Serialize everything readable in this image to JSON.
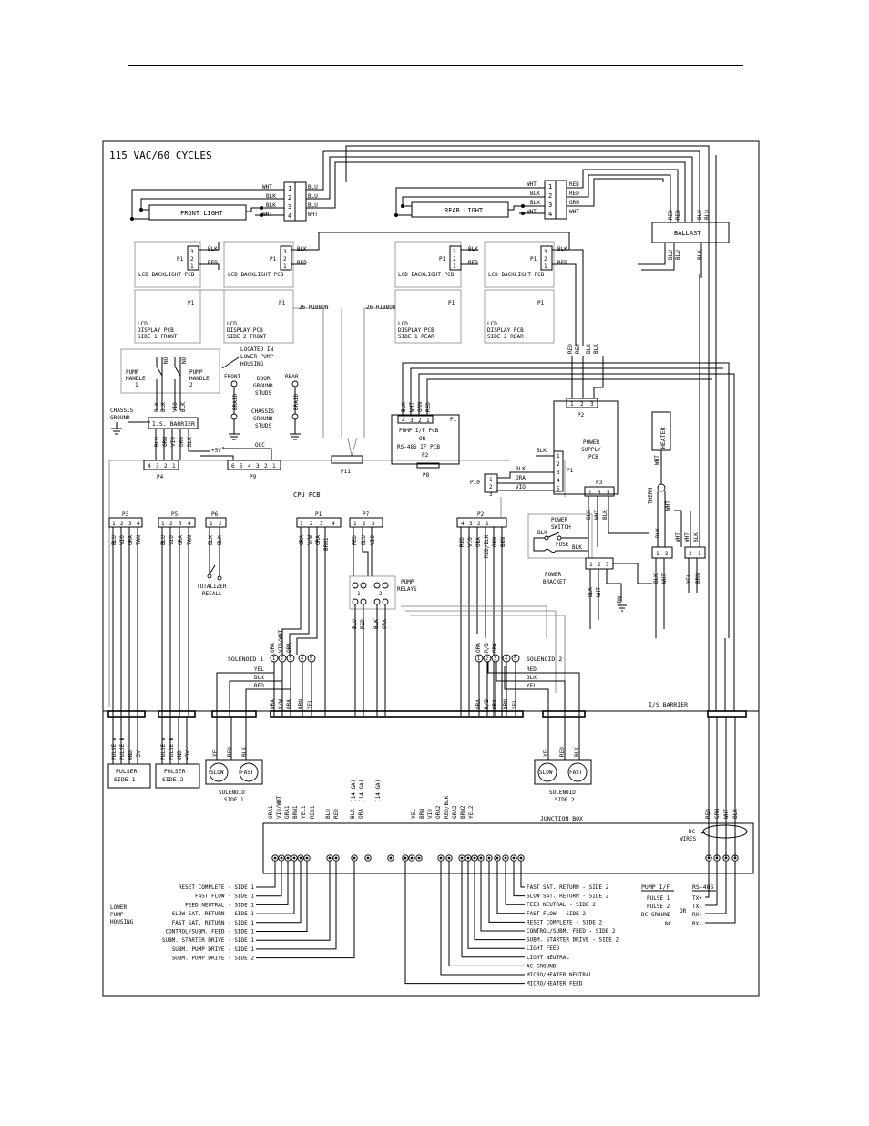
{
  "supply": "115 VAC/60 CYCLES",
  "lights": {
    "front": "FRONT LIGHT",
    "rear": "REAR LIGHT",
    "ballast": "BALLAST",
    "front_left": [
      "WHT",
      "BLK",
      "BLK",
      "WHT"
    ],
    "front_right": [
      "BLU",
      "BLU",
      "BLU",
      "WHT"
    ],
    "rear_left": [
      "WHT",
      "BLK",
      "BLK",
      "WHT"
    ],
    "rear_right": [
      "RED",
      "RED",
      "GRN",
      "WHT"
    ],
    "ballast_top": [
      "RED",
      "RED",
      "BLU",
      "BLU"
    ],
    "ballast_bottom": [
      "BLU",
      "BLU",
      "BLK"
    ],
    "pins": [
      "1",
      "2",
      "3",
      "4"
    ]
  },
  "pcbs": {
    "backlight": "LCD BACKLIGHT PCB",
    "lcd": [
      {
        "l1": "LCD",
        "l2": "DISPLAY PCB",
        "l3": "SIDE 1 FRONT"
      },
      {
        "l1": "LCD",
        "l2": "DISPLAY PCB",
        "l3": "SIDE 2 FRONT"
      },
      {
        "l1": "LCD",
        "l2": "DISPLAY PCB",
        "l3": "SIDE 1 REAR"
      },
      {
        "l1": "LCD",
        "l2": "DISPLAY PCB",
        "l3": "SIDE 2 REAR"
      }
    ],
    "p1": "P1",
    "ribbon": "26 RIBBON",
    "bl_pins": [
      "3",
      "2",
      "1"
    ],
    "bl_wires": [
      "BLK",
      "RED"
    ]
  },
  "pump": {
    "handle1": [
      "PUMP",
      "HANDLE",
      "1"
    ],
    "handle2": [
      "PUMP",
      "HANDLE",
      "2"
    ],
    "no": "NO",
    "located": [
      "LOCATED IN",
      "LOWER PUMP",
      "HOUSING"
    ],
    "front": "FRONT",
    "rear": "REAR",
    "door_studs": [
      "DOOR",
      "GROUND",
      "STUDS"
    ],
    "chassis_studs": [
      "CHASSIS",
      "GROUND",
      "STUDS"
    ],
    "chassis_ground": [
      "CHASSIS",
      "GROUND"
    ],
    "braid": "BRAID",
    "is_barrier": "I.S. BARRIER",
    "barrier_top": [
      "BLK",
      "BLK",
      "VIO",
      "BLK"
    ],
    "barrier_bottom": [
      "BLU",
      "GRN",
      "VIO",
      "ORG",
      "BLK"
    ]
  },
  "cpu": {
    "label": "CPU PCB",
    "plus5v": "+5V",
    "occ": "OCC",
    "p4": "P4",
    "p9": "P9",
    "p11": "P11",
    "p10": "P10",
    "p8": "P8",
    "p1": "P1",
    "p2": "P2",
    "p3": "P3",
    "p5": "P5",
    "p6": "P6",
    "p7": "P7",
    "p4_pins": [
      "4",
      "3",
      "2",
      "1"
    ],
    "p9_pins": [
      "6",
      "5",
      "4",
      "3",
      "2",
      "1"
    ],
    "p10_pins": [
      "1",
      "2",
      "3"
    ],
    "p10_wires": [
      "BLK",
      "ORA",
      "VIO"
    ]
  },
  "interface": {
    "title": [
      "PUMP I/F PCB",
      "OR",
      "RS-485 IF PCB"
    ],
    "pins": [
      "4",
      "3",
      "2",
      "1"
    ],
    "p1": "P1",
    "wires": [
      "BLK",
      "WHT",
      "GRN",
      "RED"
    ]
  },
  "power": {
    "supply": [
      "POWER",
      "SUPPLY",
      "PCB"
    ],
    "p1_pins": [
      "1",
      "2",
      "3",
      "4",
      "5"
    ],
    "p2_pins": [
      "1",
      "2",
      "3"
    ],
    "p3_pins": [
      "1",
      "3",
      "5"
    ],
    "p3_wires": [
      "BLK",
      "WHT",
      "BLK"
    ],
    "switch": [
      "POWER",
      "SWITCH"
    ],
    "fuse": "FUSE",
    "bracket": [
      "POWER",
      "BRACKET"
    ],
    "bracket_pins": [
      "1",
      "2",
      "3"
    ],
    "bracket_wires": [
      "BLK",
      "WHT",
      "GRN"
    ],
    "heater": "HEATER",
    "therm": "THERM",
    "wht": "WHT",
    "blk": "BLK",
    "yel": "YEL",
    "brn": "BRN",
    "red": "RED",
    "relay_wires": [
      "RED",
      "RED",
      "BLK",
      "BLK"
    ],
    "p2_wires": [
      "BLK",
      "WHT",
      "GRN",
      "RED"
    ]
  },
  "connectors": {
    "p3": {
      "pins": [
        "1",
        "2",
        "3",
        "4"
      ],
      "wires": [
        "BLU",
        "VIO",
        "ORA",
        "TAN"
      ]
    },
    "p5": {
      "pins": [
        "1",
        "2",
        "3",
        "4"
      ],
      "wires": [
        "BLU",
        "VIO",
        "ORA",
        "TAN"
      ]
    },
    "p6": {
      "pins": [
        "1",
        "2"
      ],
      "wires": [
        "BLK",
        "BLK"
      ]
    },
    "p1": {
      "pins": [
        "1",
        "2",
        "3",
        "4"
      ],
      "wires": [
        "ORA",
        "V/W",
        "ORA",
        "BRN1"
      ]
    },
    "p7": {
      "pins": [
        "1",
        "2",
        "3"
      ],
      "wires": [
        "RED",
        "BLU",
        "VIO"
      ]
    },
    "p2": {
      "pins": [
        "4",
        "3",
        "2",
        "1"
      ],
      "wires": [
        "RED",
        "VIO",
        "ORA",
        "RED/BLK",
        "GRN",
        "BRN"
      ]
    }
  },
  "totalizer": [
    "TOTALIZER",
    "RECALL"
  ],
  "relays": {
    "label": [
      "PUMP",
      "RELAYS"
    ],
    "pins": [
      "1",
      "2"
    ],
    "bottom": [
      "BLU",
      "RED",
      "BLK",
      "ORA"
    ]
  },
  "solenoid1": {
    "label": "SOLENOID 1",
    "top": [
      "ORA",
      "VIO/WHT",
      "ORA"
    ],
    "nums": [
      "1",
      "2",
      "3",
      "4",
      "5"
    ],
    "wires": [
      "YEL",
      "BLK",
      "RED"
    ],
    "bottom": [
      "ORA",
      "V/W",
      "ORA",
      "BRN",
      "YEL"
    ]
  },
  "solenoid2": {
    "label": "SOLENOID 2",
    "top": [
      "ORA",
      "R/B",
      "ORA"
    ],
    "nums": [
      "1",
      "2",
      "3",
      "4",
      "5"
    ],
    "wires": [
      "RED",
      "BLK",
      "YEL"
    ],
    "bottom": [
      "ORA",
      "R/B",
      "ORA",
      "BRN",
      "YEL"
    ]
  },
  "is_barrier": "I/S BARRIER",
  "pulsers": [
    {
      "wires": [
        "PULSE A",
        "PULSE B",
        "GND",
        "+5V"
      ],
      "name": [
        "PULSER",
        "SIDE 1"
      ]
    },
    {
      "wires": [
        "PULSE A",
        "PULSE B",
        "GND",
        "+5V"
      ],
      "name": [
        "PULSER",
        "SIDE 2"
      ]
    }
  ],
  "valves": [
    {
      "wires": [
        "YEL",
        "RED",
        "BLK"
      ],
      "slow": "SLOW",
      "fast": "FAST",
      "name": [
        "SOLENOID",
        "SIDE 1"
      ]
    },
    {
      "wires": [
        "YEL",
        "RED",
        "BLK"
      ],
      "slow": "SLOW",
      "fast": "FAST",
      "name": [
        "SOLENOID",
        "SIDE 2"
      ]
    }
  ],
  "junction": {
    "title": "JUNCTION BOX",
    "dc_wires": [
      "DC",
      "WIRES"
    ],
    "top_wires": [
      "ORA1",
      "VIO/WHT",
      "GRA1",
      "BRN1",
      "YEL1",
      "RED1",
      "BLU",
      "RED",
      "BLK",
      "ORA",
      "YEL",
      "BRN",
      "VIO",
      "ORA2",
      "RED/BLK",
      "GRA2",
      "BRN2",
      "YEL2"
    ],
    "gauge": [
      "(14 GA)",
      "(14 GA)",
      "(14 GA)"
    ],
    "right_wires": [
      "RED",
      "GRN",
      "WHT",
      "BLK"
    ]
  },
  "lower_pump": [
    "LOWER",
    "PUMP",
    "HOUSING"
  ],
  "left_labels": [
    "RESET COMPLETE - SIDE 1",
    "FAST FLOW - SIDE 1",
    "FEED NEUTRAL - SIDE 1",
    "SLOW SAT. RETURN - SIDE 1",
    "FAST SAT. RETURN - SIDE 1",
    "CONTROL/SUBM. FEED - SIDE 1",
    "SUBM. STARTER DRIVE - SIDE 1",
    "SUBM. PUMP DRIVE - SIDE 1",
    "SUBM. PUMP DRIVE - SIDE 2"
  ],
  "right_labels": [
    "FAST SAT. RETURN - SIDE 2",
    "SLOW SAT. RETURN - SIDE 2",
    "FEED NEUTRAL - SIDE 2",
    "FAST FLOW - SIDE 2",
    "RESET COMPLETE - SIDE 2",
    "CONTROL/SUBM. FEED - SIDE 2",
    "SUBM. STARTER DRIVE - SIDE 2",
    "LIGHT FEED",
    "LIGHT NEUTRAL",
    "AC GROUND",
    "MICRO/HEATER NEUTRAL",
    "MICRO/HEATER FEED"
  ],
  "comm": {
    "headers": [
      "PUMP I/F",
      "RS-485"
    ],
    "left": [
      "PULSE 1",
      "PULSE 2",
      "DC GROUND",
      "NC"
    ],
    "or": "OR",
    "right": [
      "TX+",
      "TX-",
      "RX+",
      "RX-"
    ]
  }
}
